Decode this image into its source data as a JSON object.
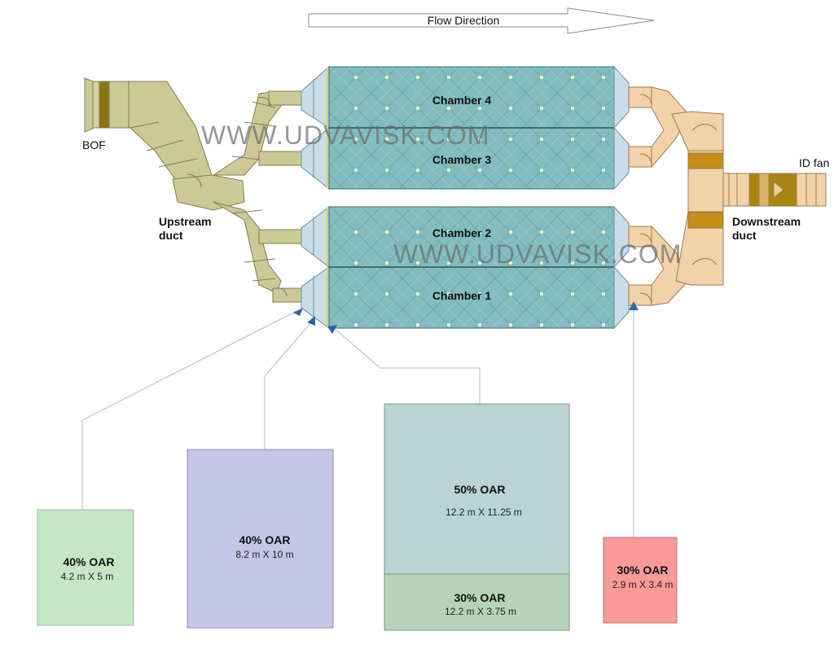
{
  "flow_label": "Flow Direction",
  "source_label": "BOF",
  "fan_label": "ID fan",
  "upstream_label": [
    "Upstream",
    "duct"
  ],
  "downstream_label": [
    "Downstream",
    "duct"
  ],
  "chambers": [
    "Chamber 4",
    "Chamber 3",
    "Chamber 2",
    "Chamber 1"
  ],
  "watermark": "WWW.UDVAVISK.COM",
  "oar_boxes": [
    {
      "title": "40% OAR",
      "dims": "4.2 m X 5 m",
      "color": "#c6e6c6"
    },
    {
      "title": "40% OAR",
      "dims": "8.2 m X 10 m",
      "color": "#c5c6e6"
    },
    {
      "title": "50% OAR",
      "dims": "12.2 m X 11.25 m",
      "color": "#bad3d3"
    },
    {
      "title": "30% OAR",
      "dims": "12.2 m X 3.75 m",
      "color": "#b7d3b6"
    },
    {
      "title": "30% OAR",
      "dims": "2.9 m X 3.4 m",
      "color": "#f99999"
    }
  ],
  "colors": {
    "upstream_duct": "#cdc997",
    "downstream_duct": "#f2d2a9",
    "chamber": "#83bcbe",
    "chamber_grid": "#5d9ea3",
    "inlet_hood": "#c8dde8",
    "damper": "#8a7418",
    "pointer": "#2f63b0"
  }
}
